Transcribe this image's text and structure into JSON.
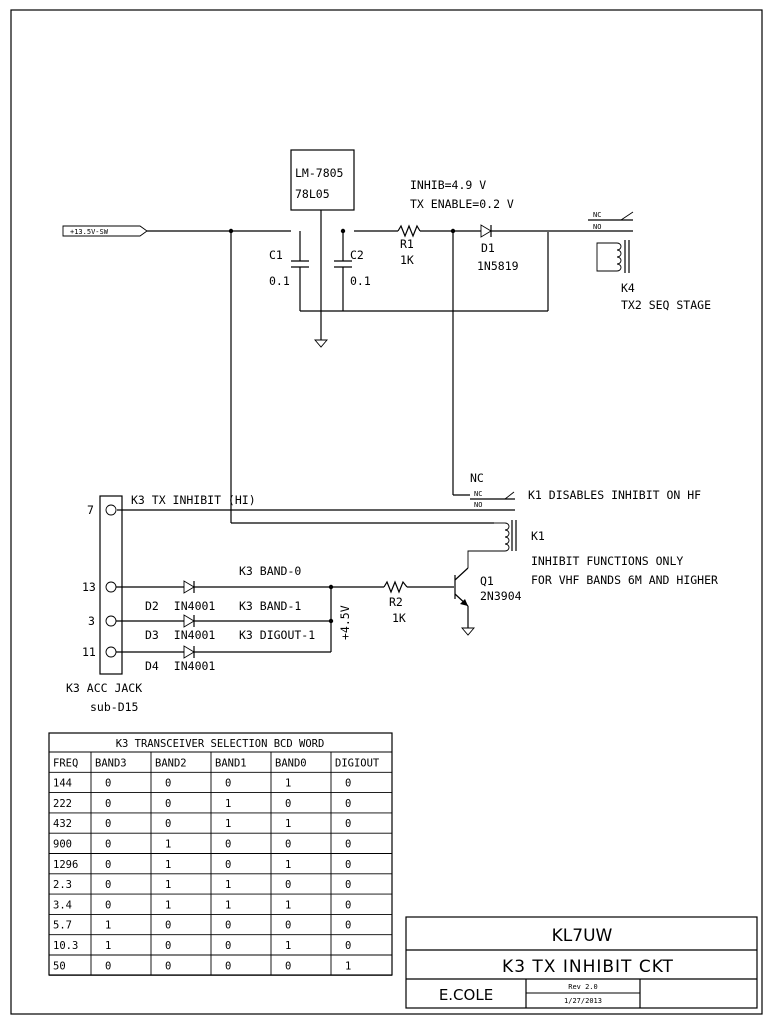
{
  "rails": {
    "supply_tag": "+13.5V-SW"
  },
  "regulator": {
    "line1": "LM-7805",
    "line2": "78L05"
  },
  "capacitors": [
    {
      "ref": "C1",
      "value": "0.1"
    },
    {
      "ref": "C2",
      "value": "0.1"
    }
  ],
  "resistors": [
    {
      "ref": "R1",
      "value": "1K"
    },
    {
      "ref": "R2",
      "value": "1K"
    }
  ],
  "diode_d1": {
    "ref": "D1",
    "part": "1N5819"
  },
  "notes": {
    "inhib_level": "INHIB=4.9 V",
    "tx_enable_level": "TX ENABLE=0.2 V",
    "k1_nc": "NC",
    "k1_disables": "K1 DISABLES INHIBIT ON HF",
    "k1_ref": "K1",
    "inhibit_line1": "INHIBIT FUNCTIONS ONLY",
    "inhibit_line2": "FOR VHF BANDS 6M AND HIGHER",
    "bus_voltage": "+4.5V"
  },
  "relay_k4": {
    "nc": "NC",
    "no": "NO",
    "ref": "K4",
    "desc": "TX2 SEQ STAGE"
  },
  "relay_k1": {
    "nc": "NC",
    "no": "NO"
  },
  "transistor": {
    "ref": "Q1",
    "part": "2N3904"
  },
  "acc_jack": {
    "pins": [
      "7",
      "13",
      "3",
      "11"
    ],
    "name": "K3 ACC JACK",
    "sub": "sub-D15"
  },
  "signals": {
    "tx_inhibit": "K3 TX INHIBIT (HI)",
    "band0": "K3 BAND-0",
    "band1": "K3 BAND-1",
    "digout1": "K3 DIGOUT-1"
  },
  "diodes": [
    {
      "ref": "D2",
      "part": "IN4001"
    },
    {
      "ref": "D3",
      "part": "IN4001"
    },
    {
      "ref": "D4",
      "part": "IN4001"
    }
  ],
  "bcd_table": {
    "title": "K3 TRANSCEIVER SELECTION BCD WORD",
    "headers": [
      "FREQ",
      "BAND3",
      "BAND2",
      "BAND1",
      "BAND0",
      "DIGIOUT"
    ],
    "rows": [
      [
        "144",
        "0",
        "0",
        "0",
        "1",
        "0"
      ],
      [
        "222",
        "0",
        "0",
        "1",
        "0",
        "0"
      ],
      [
        "432",
        "0",
        "0",
        "1",
        "1",
        "0"
      ],
      [
        "900",
        "0",
        "1",
        "0",
        "0",
        "0"
      ],
      [
        "1296",
        "0",
        "1",
        "0",
        "1",
        "0"
      ],
      [
        "2.3",
        "0",
        "1",
        "1",
        "0",
        "0"
      ],
      [
        "3.4",
        "0",
        "1",
        "1",
        "1",
        "0"
      ],
      [
        "5.7",
        "1",
        "0",
        "0",
        "0",
        "0"
      ],
      [
        "10.3",
        "1",
        "0",
        "0",
        "1",
        "0"
      ],
      [
        "50",
        "0",
        "0",
        "0",
        "0",
        "1"
      ]
    ]
  },
  "title_block": {
    "callsign": "KL7UW",
    "title": "K3 TX INHIBIT CKT",
    "author": "E.COLE",
    "rev": "Rev 2.0",
    "date": "1/27/2013"
  }
}
